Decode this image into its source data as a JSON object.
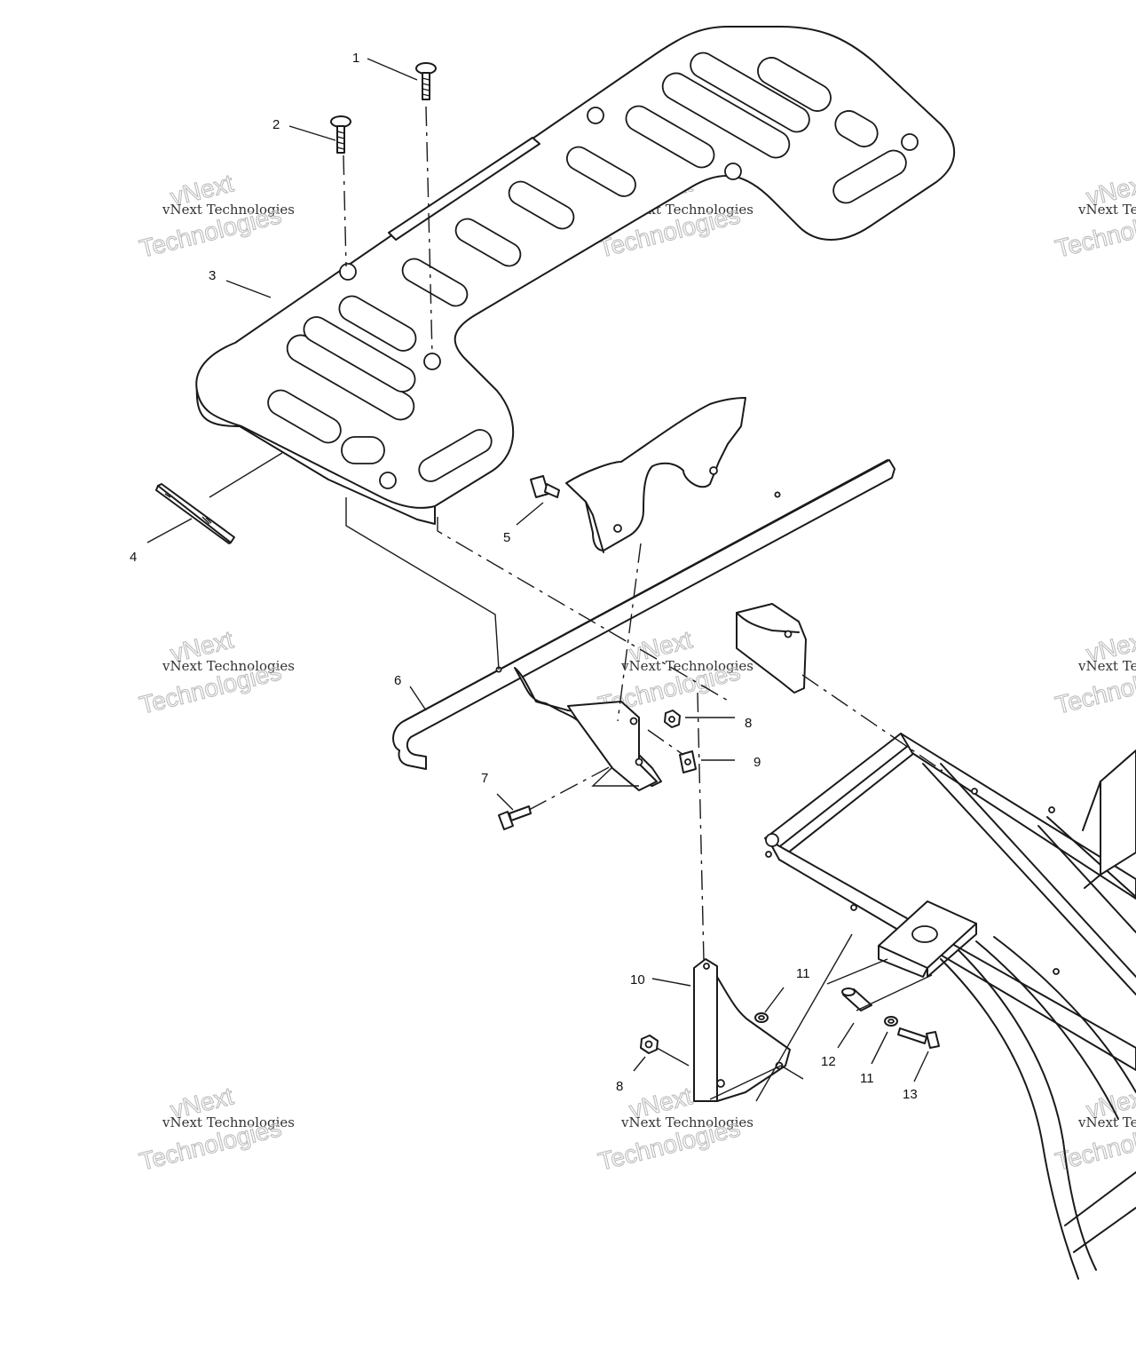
{
  "diagram": {
    "callouts": [
      {
        "id": "c1",
        "label": "1"
      },
      {
        "id": "c2",
        "label": "2"
      },
      {
        "id": "c3",
        "label": "3"
      },
      {
        "id": "c4",
        "label": "4"
      },
      {
        "id": "c5",
        "label": "5"
      },
      {
        "id": "c6",
        "label": "6"
      },
      {
        "id": "c7",
        "label": "7"
      },
      {
        "id": "c8a",
        "label": "8"
      },
      {
        "id": "c9",
        "label": "9"
      },
      {
        "id": "c10",
        "label": "10"
      },
      {
        "id": "c11a",
        "label": "11"
      },
      {
        "id": "c8b",
        "label": "8"
      },
      {
        "id": "c12",
        "label": "12"
      },
      {
        "id": "c11b",
        "label": "11"
      },
      {
        "id": "c13",
        "label": "13"
      }
    ]
  },
  "watermark": {
    "line1": "vNext Technologies",
    "line2": "vNext",
    "line3": "Technologies"
  }
}
